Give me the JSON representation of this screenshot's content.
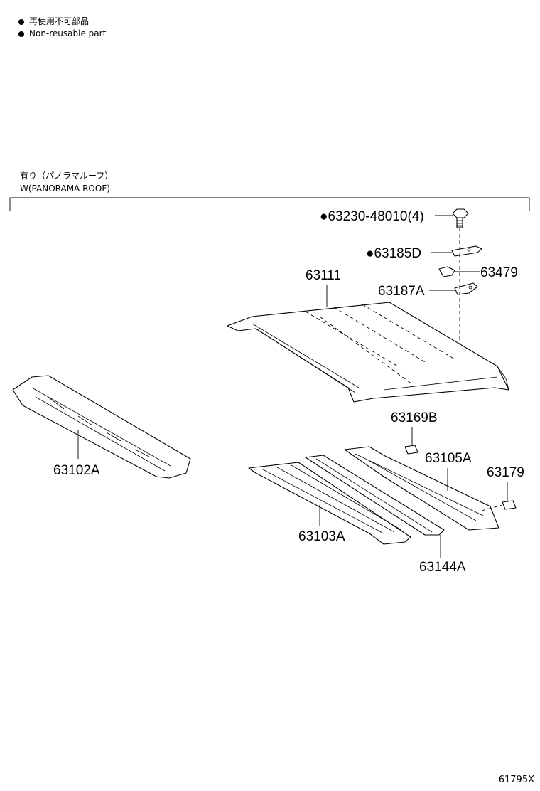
{
  "legend": {
    "items": [
      {
        "icon": "filled-circle",
        "text_jp": "再使用不可部品"
      },
      {
        "icon": "filled-circle",
        "text_en": "Non-reusable part"
      }
    ]
  },
  "condition": {
    "jp": "有り（パノラマルーフ）",
    "en": "W(PANORAMA ROOF)"
  },
  "parts": {
    "bolt": "●63230-48010(4)",
    "bracket_d": "●63185D",
    "clip_63479": "63479",
    "bracket_a": "63187A",
    "roof_panel": "63111",
    "front_header": "63102A",
    "rail_63169b": "63169B",
    "rear_header": "63105A",
    "pad_63179": "63179",
    "center_reinf": "63103A",
    "side_reinf": "63144A"
  },
  "diagram_code": "61795X"
}
